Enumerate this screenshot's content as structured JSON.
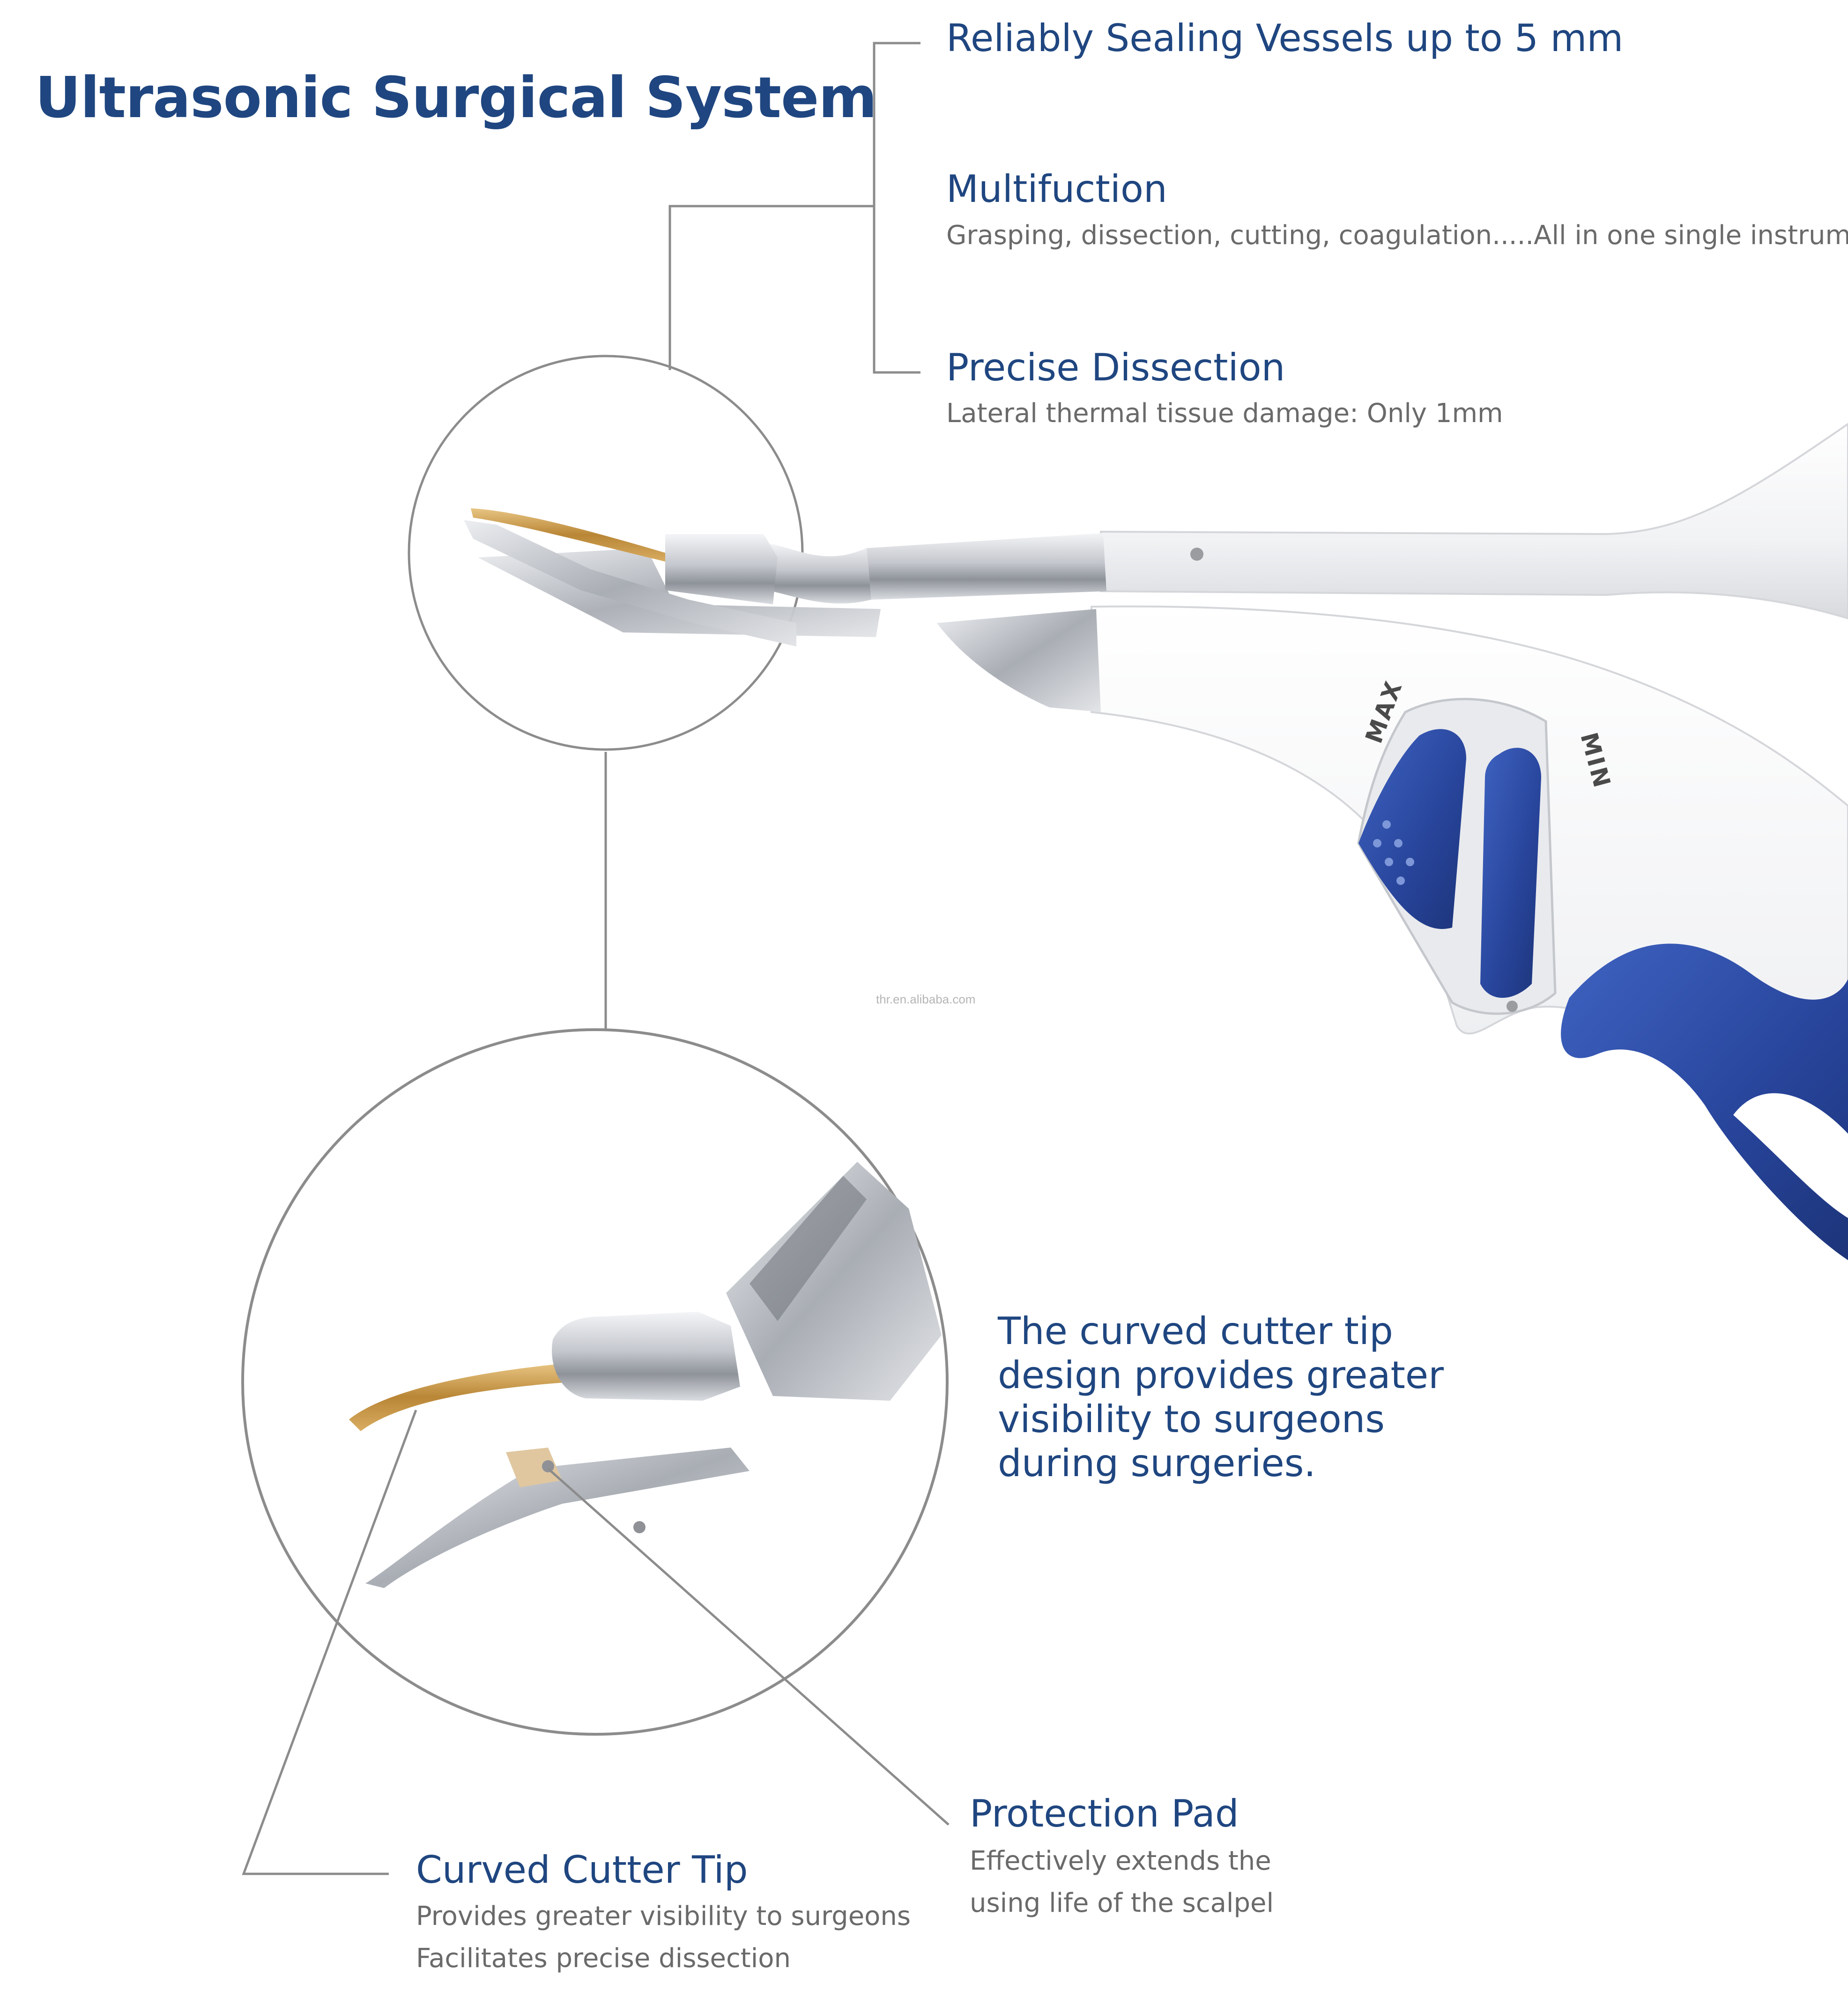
{
  "title": "Ultrasonic Surgical System",
  "features": {
    "sealing": {
      "heading": "Reliably Sealing Vessels up to 5 mm"
    },
    "multifunction": {
      "heading": "Multifuction",
      "description": "Grasping, dissection, cutting, coagulation.....All in one single instrument"
    },
    "precise": {
      "heading": "Precise Dissection",
      "description": "Lateral thermal tissue damage: Only 1mm"
    }
  },
  "tip_statement": {
    "lines": [
      "The curved cutter tip",
      "design provides greater",
      "visibility to surgeons",
      "during surgeries."
    ]
  },
  "callouts": {
    "protection_pad": {
      "heading": "Protection Pad",
      "lines": [
        "Effectively extends the",
        "using life of the scalpel"
      ]
    },
    "curved_tip": {
      "heading": "Curved Cutter Tip",
      "lines": [
        "Provides greater visibility to surgeons",
        "Facilitates precise dissection"
      ]
    }
  },
  "device_labels": {
    "max": "MAX",
    "min": "MIN"
  },
  "watermark": "thr.en.alibaba.com",
  "colors": {
    "brand_navy": "#1f4680",
    "body_gray": "#6a6a6a",
    "line_gray": "#8c8c8c",
    "handle_blue": "#2c4da6",
    "gold": "#c9963f",
    "steel": "#b9bcc2"
  }
}
